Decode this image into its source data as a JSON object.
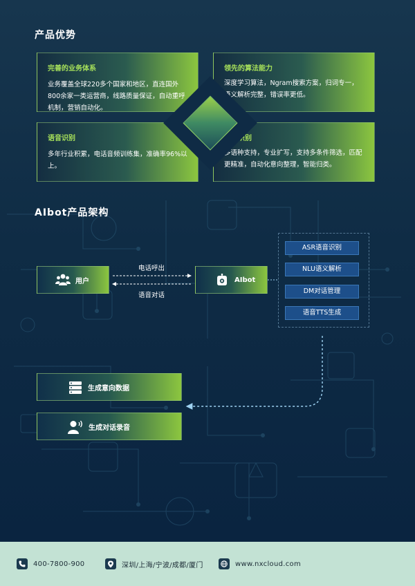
{
  "advantages": {
    "title": "产品优势",
    "cards": [
      {
        "title": "完善的业务体系",
        "text": "业务覆盖全球220多个国家和地区，直连国外800余家一类运营商，线路质量保证，自动重呼机制，营销自动化。"
      },
      {
        "title": "领先的算法能力",
        "text": "深度学习算法，Ngram搜索方案，归词专一，语义解析完整，错误率更低。"
      },
      {
        "title": "语音识别",
        "text": "多年行业积累，电话音频训练集，准确率96%以上。"
      },
      {
        "title": "意图识别",
        "text": "多语种支持，专业扩写，支持多条件筛选，匹配更精准，自动化意向整理，智能归类。"
      }
    ]
  },
  "architecture": {
    "title": "AIbot产品架构",
    "user_label": "用户",
    "ai_label": "AIbot",
    "call_out_label": "电话呼出",
    "dialog_label": "语音对话",
    "modules": [
      "ASR语音识别",
      "NLU语义解析",
      "DM对话管理",
      "语音TTS生成"
    ],
    "outputs": [
      "生成意向数据",
      "生成对话录音"
    ]
  },
  "footer": {
    "phone": "400-7800-900",
    "cities": "深圳/上海/宁波/成都/厦门",
    "website": "www.nxcloud.com"
  },
  "colors": {
    "accent_green": "#8cc63f",
    "navy": "#0f2c45",
    "module_blue": "#1d4f8a",
    "footer_bg": "#c3e2d4"
  },
  "icons": [
    "users-icon",
    "robot-icon",
    "database-icon",
    "speaker-icon",
    "phone-icon",
    "location-icon",
    "globe-icon"
  ]
}
